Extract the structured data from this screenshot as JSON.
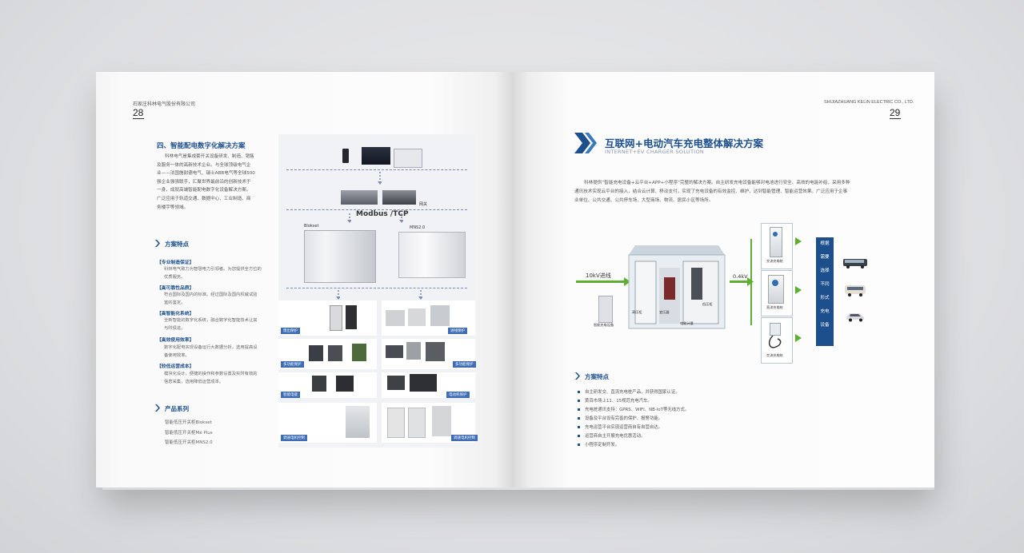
{
  "left_page": {
    "company_header": "石家庄科林电气股份有限公司",
    "page_number": "28",
    "section_title": "四、智能配电数字化解决方案",
    "intro_lines": [
      "科林电气是集成套开关设备研发、制造、销售",
      "及服务一体的高新技术企业。与全球顶级电气企",
      "业——法国施耐德电气、瑞士ABB电气等全球500",
      "强企业强强联手，汇聚世界最前沿的创新技术于",
      "一身，成就高端智能配电数字化设备解决方案。",
      "广泛应用于轨道交通、数据中心、工业制造、商",
      "务楼宇等领域。"
    ],
    "features_heading": "方案特点",
    "features": [
      {
        "title": "【专业制造保证】",
        "lines": [
          "科林电气致力为智慧电力引领者。为您提供全方位的",
          "优质服务。"
        ]
      },
      {
        "title": "【高可靠性品质】",
        "lines": [
          "符合国际及国内的标准。经过国际及国内权威试验",
          "室的鉴定。"
        ]
      },
      {
        "title": "【高智能化系统】",
        "lines": [
          "全新智能的数字化系统，融合数字化智能技术让其",
          "与时俱进。"
        ]
      },
      {
        "title": "【高效使用效率】",
        "lines": [
          "数字化配电实现设备运行大数据分析，选用提高设",
          "备使用效率。"
        ]
      },
      {
        "title": "【较低运营成本】",
        "lines": [
          "模块化设计，便捷的操作和参数设置及实时有效的",
          "信息采集，选用降低运营成本。"
        ]
      }
    ],
    "products_heading": "产品系列",
    "products": [
      "智能低压开关柜Blokset",
      "智能低压开关柜Mé Plus",
      "智能低压开关柜MNS2.0"
    ],
    "diagram": {
      "gateway_label": "网关",
      "protocol_label": "Modbus /TCP",
      "cabinet_left_label": "Blokset",
      "cabinet_right_label": "MNS2.0",
      "tags": [
        "馈出保护",
        "进线保护",
        "多功能保护",
        "多功能保护",
        "智能电能",
        "电动机保护",
        "调速电机控制",
        "调速电机控制"
      ]
    }
  },
  "right_page": {
    "company_header": "SHIJIAZHUANG KELIN ELECTRIC CO., LTD.",
    "page_number": "29",
    "title": "互联网+电动汽车充电整体解决方案",
    "subtitle": "INTERNET+EV CHARGER SOLUTION",
    "intro_lines": [
      "科林提供“智能充电设备+云平台+APP+小程序”完整的解决方案。自主研发充电设备能够对电池进行安全、高效的电能补给，采用多种",
      "通讯技术实现云平台的接入，结合云计算、移动支付，实现了充电设备的有效监控、维护，达到智能管理、智能运营效果。广泛应用于企事",
      "业单位、公共交通、公共停车场、大型商场、物流、居民小区等场所。"
    ],
    "diagram": {
      "input_label": "10kV进线",
      "output_label": "0.4kV",
      "sub_labels": [
        "高压柜",
        "变压器",
        "低压柜",
        "智能充电设备",
        "电能计量"
      ],
      "charger_labels": [
        "交流充电桩",
        "直流充电桩",
        "交流充电桩"
      ],
      "vertical_text": [
        "根据",
        "需要",
        "选择",
        "不同",
        "形式",
        "充电",
        "设备"
      ]
    },
    "features_heading": "方案特点",
    "features": [
      "自主研发交、直流充电桩产品，并获得国家认证。",
      "黄百市场上11、15规范充电汽车。",
      "充电桩通讯支持：GPRS、WIFI、NB-IoT等无线方式。",
      "设备及平台设有完善的保护、报警功能。",
      "充电运营平台实现运营商自有自营自达。",
      "运营商自主开展充电优惠活动。",
      "小程序定制开发。"
    ]
  }
}
